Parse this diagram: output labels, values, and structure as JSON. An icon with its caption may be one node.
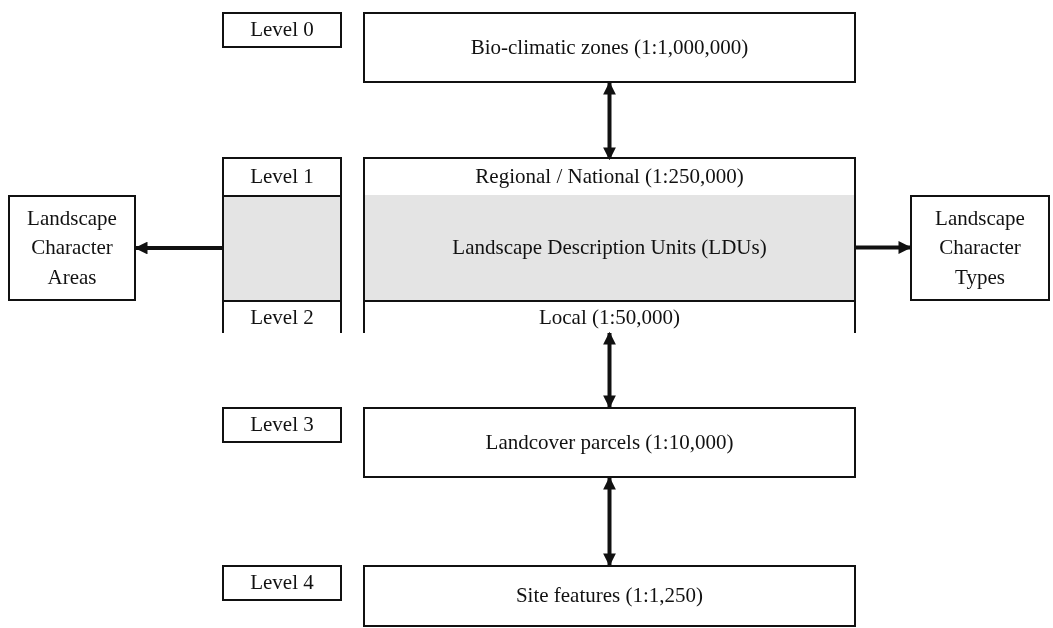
{
  "diagram": {
    "nodes": [
      {
        "text": [
          "Level 0"
        ]
      },
      {
        "text": [
          "Bio-climatic zones (1:1,000,000)"
        ]
      },
      {
        "text": [],
        "shape": "box"
      },
      {
        "text": [
          "Level 1"
        ],
        "in": 2
      },
      {
        "text": [
          "Level 2"
        ],
        "in": 2
      },
      {
        "text": [],
        "shape": "box"
      },
      {
        "text": [
          "Regional / National (1:250,000)"
        ],
        "in": 5
      },
      {
        "text": [
          "Landscape Description Units (LDUs)"
        ],
        "in": 5
      },
      {
        "text": [
          "Local (1:50,000)"
        ],
        "in": 5
      },
      {
        "text": [
          "Landscape Character Areas"
        ]
      },
      {
        "text": [
          "Landscape Character Types"
        ]
      },
      {
        "text": [
          "Level 3"
        ]
      },
      {
        "text": [
          "Landcover parcels (1:10,000)"
        ]
      },
      {
        "text": [
          "Level 4"
        ]
      },
      {
        "text": [
          "Site features (1:1,250)"
        ]
      }
    ],
    "edges": [
      {
        "from": 1,
        "to": 6,
        "arrow": "both"
      },
      {
        "from": 2,
        "to": 9,
        "arrow": "to"
      },
      {
        "from": 7,
        "to": 10,
        "arrow": "to"
      },
      {
        "from": 8,
        "to": 12,
        "arrow": "both"
      },
      {
        "from": 12,
        "to": 14,
        "arrow": "both"
      }
    ]
  }
}
